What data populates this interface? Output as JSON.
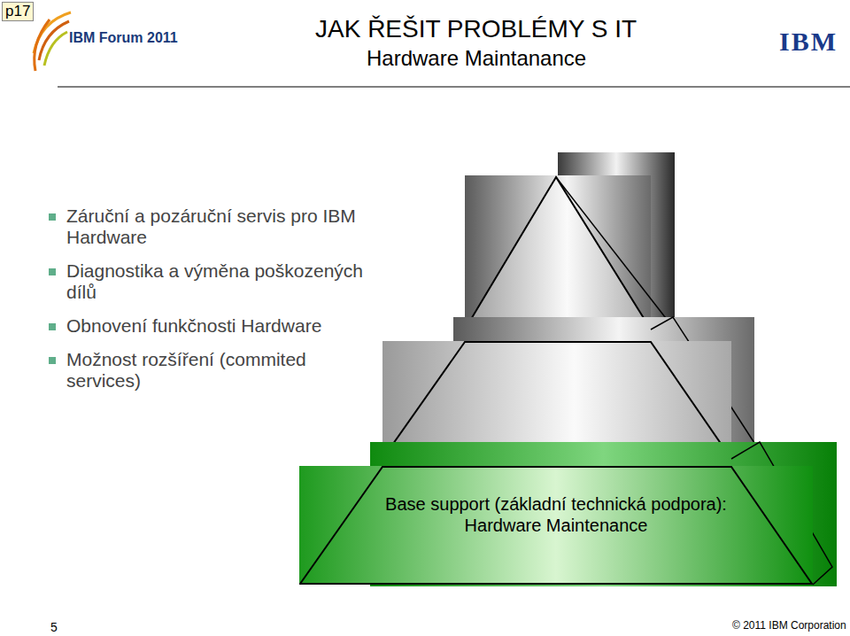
{
  "diagram": {
    "title": "JAK ŘEŠIT PROBLÉMY S IT",
    "nodes": [
      {
        "text": [
          "Base support (základní technická podpora): Hardware Maintenance"
        ]
      }
    ],
    "labels": [
      "p17",
      "IBM Forum 2011",
      "Hardware Maintanance",
      "IBM",
      "Záruční a pozáruční servis pro IBM Hardware",
      "Diagnostika a výměna poškozených dílů",
      "Obnovení funkčnosti Hardware",
      "Možnost rozšíření (commited services)",
      "5",
      "© 2011 IBM Corporation"
    ]
  }
}
